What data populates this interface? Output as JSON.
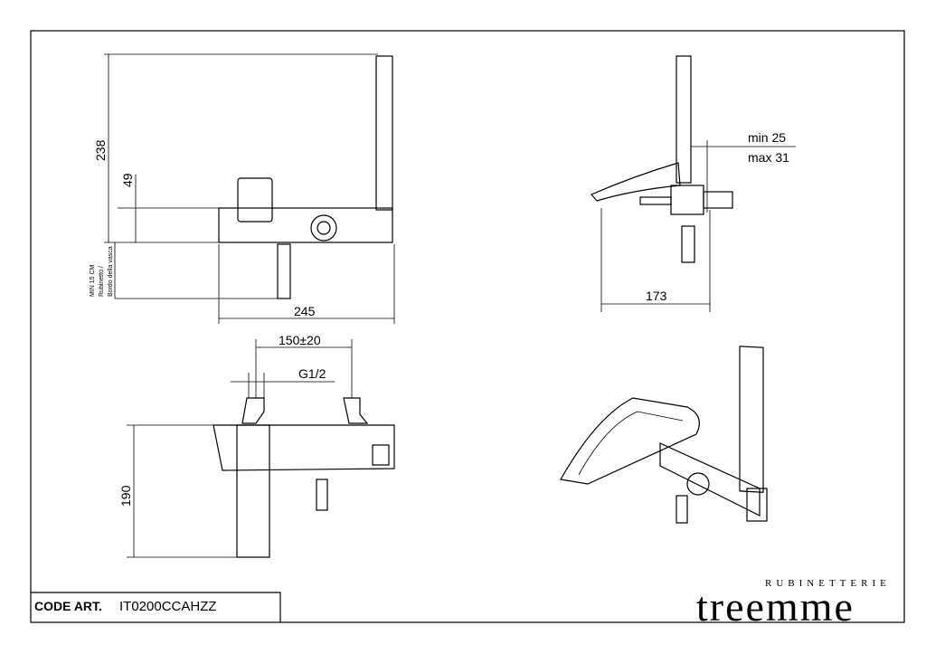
{
  "dimensions": {
    "top_left": {
      "height_total": "238",
      "height_body": "49",
      "min_note": [
        "MIN 15 CM",
        "Rubinetto /",
        "Bordo della vasca"
      ],
      "width": "245"
    },
    "top_right": {
      "offset_min": "min 25",
      "offset_max": "max 31",
      "depth": "173"
    },
    "bottom_left": {
      "center_distance": "150±20",
      "thread": "G1/2",
      "height": "190"
    }
  },
  "title_block": {
    "code_label": "CODE ART.",
    "code_value": "IT0200CCAHZZ"
  },
  "brand": {
    "name": "treemme",
    "subtitle": "RUBINETTERIE"
  }
}
